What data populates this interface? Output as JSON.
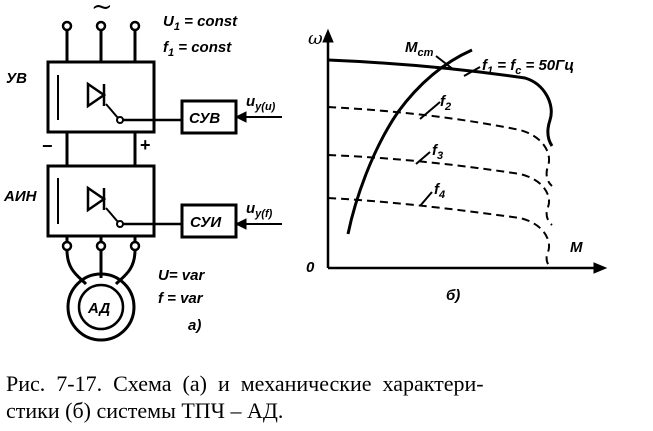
{
  "diagram_a": {
    "supply_symbol": "~",
    "u1": "U",
    "u1_sub": "1",
    "u1_rest": " = const",
    "f1": "f",
    "f1_sub": "1",
    "f1_rest": " = const",
    "uv_label": "УВ",
    "ain_label": "АИН",
    "suv_label": "СУВ",
    "sui_label": "СУИ",
    "uy_u_main": "u",
    "uy_u_sub": "y(u)",
    "uy_f_main": "u",
    "uy_f_sub": "y(f)",
    "minus": "−",
    "plus": "+",
    "u_var": "U= var",
    "f_var": "f = var",
    "motor_label": "АД",
    "panel_label": "а)"
  },
  "diagram_b": {
    "omega_label": "ω",
    "m_label": "M",
    "origin_label": "0",
    "mst_main": "M",
    "mst_sub": "ст",
    "f1_main": "f",
    "f1_sub": "1",
    "f1_rest": " = f",
    "fc_sub": "c",
    "f1_val": " = 50Гц",
    "f2_main": "f",
    "f2_sub": "2",
    "f3_main": "f",
    "f3_sub": "3",
    "f4_main": "f",
    "f4_sub": "4",
    "panel_label": "б)"
  },
  "caption": {
    "line1": "Рис.  7-17.  Схема  (а)  и  механические  характери-",
    "line2": "стики (б) системы ТПЧ – АД."
  }
}
